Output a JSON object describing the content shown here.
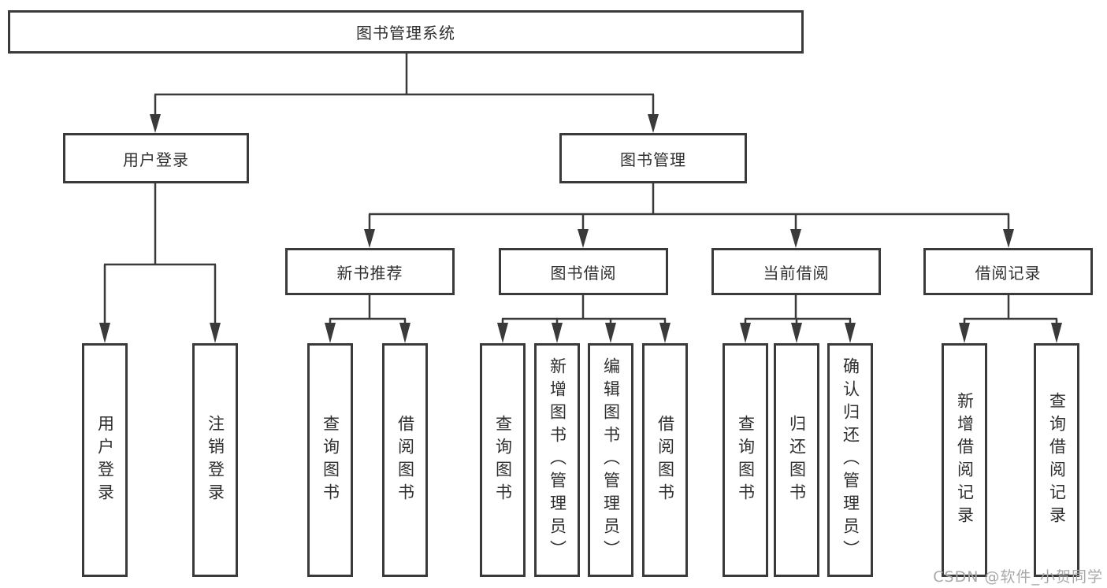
{
  "colors": {
    "line": "#3a3a3a",
    "node_border": "#3a3a3a",
    "text": "#2f2f2f",
    "watermark": "#a9a9a9",
    "background": "#ffffff"
  },
  "watermark": {
    "text": "CSDN @软件_小贺同学"
  },
  "tree": {
    "label": "图书管理系统",
    "children": [
      {
        "label": "用户登录",
        "children": [
          {
            "label": "用户登录"
          },
          {
            "label": "注销登录"
          }
        ]
      },
      {
        "label": "图书管理",
        "children": [
          {
            "label": "新书推荐",
            "children": [
              {
                "label": "查询图书"
              },
              {
                "label": "借阅图书"
              }
            ]
          },
          {
            "label": "图书借阅",
            "children": [
              {
                "label": "查询图书"
              },
              {
                "label": "新增图书（管理员）"
              },
              {
                "label": "编辑图书（管理员）"
              },
              {
                "label": "借阅图书"
              }
            ]
          },
          {
            "label": "当前借阅",
            "children": [
              {
                "label": "查询图书"
              },
              {
                "label": "归还图书"
              },
              {
                "label": "确认归还（管理员）"
              }
            ]
          },
          {
            "label": "借阅记录",
            "children": [
              {
                "label": "新增借阅记录"
              },
              {
                "label": "查询借阅记录"
              }
            ]
          }
        ]
      }
    ]
  }
}
